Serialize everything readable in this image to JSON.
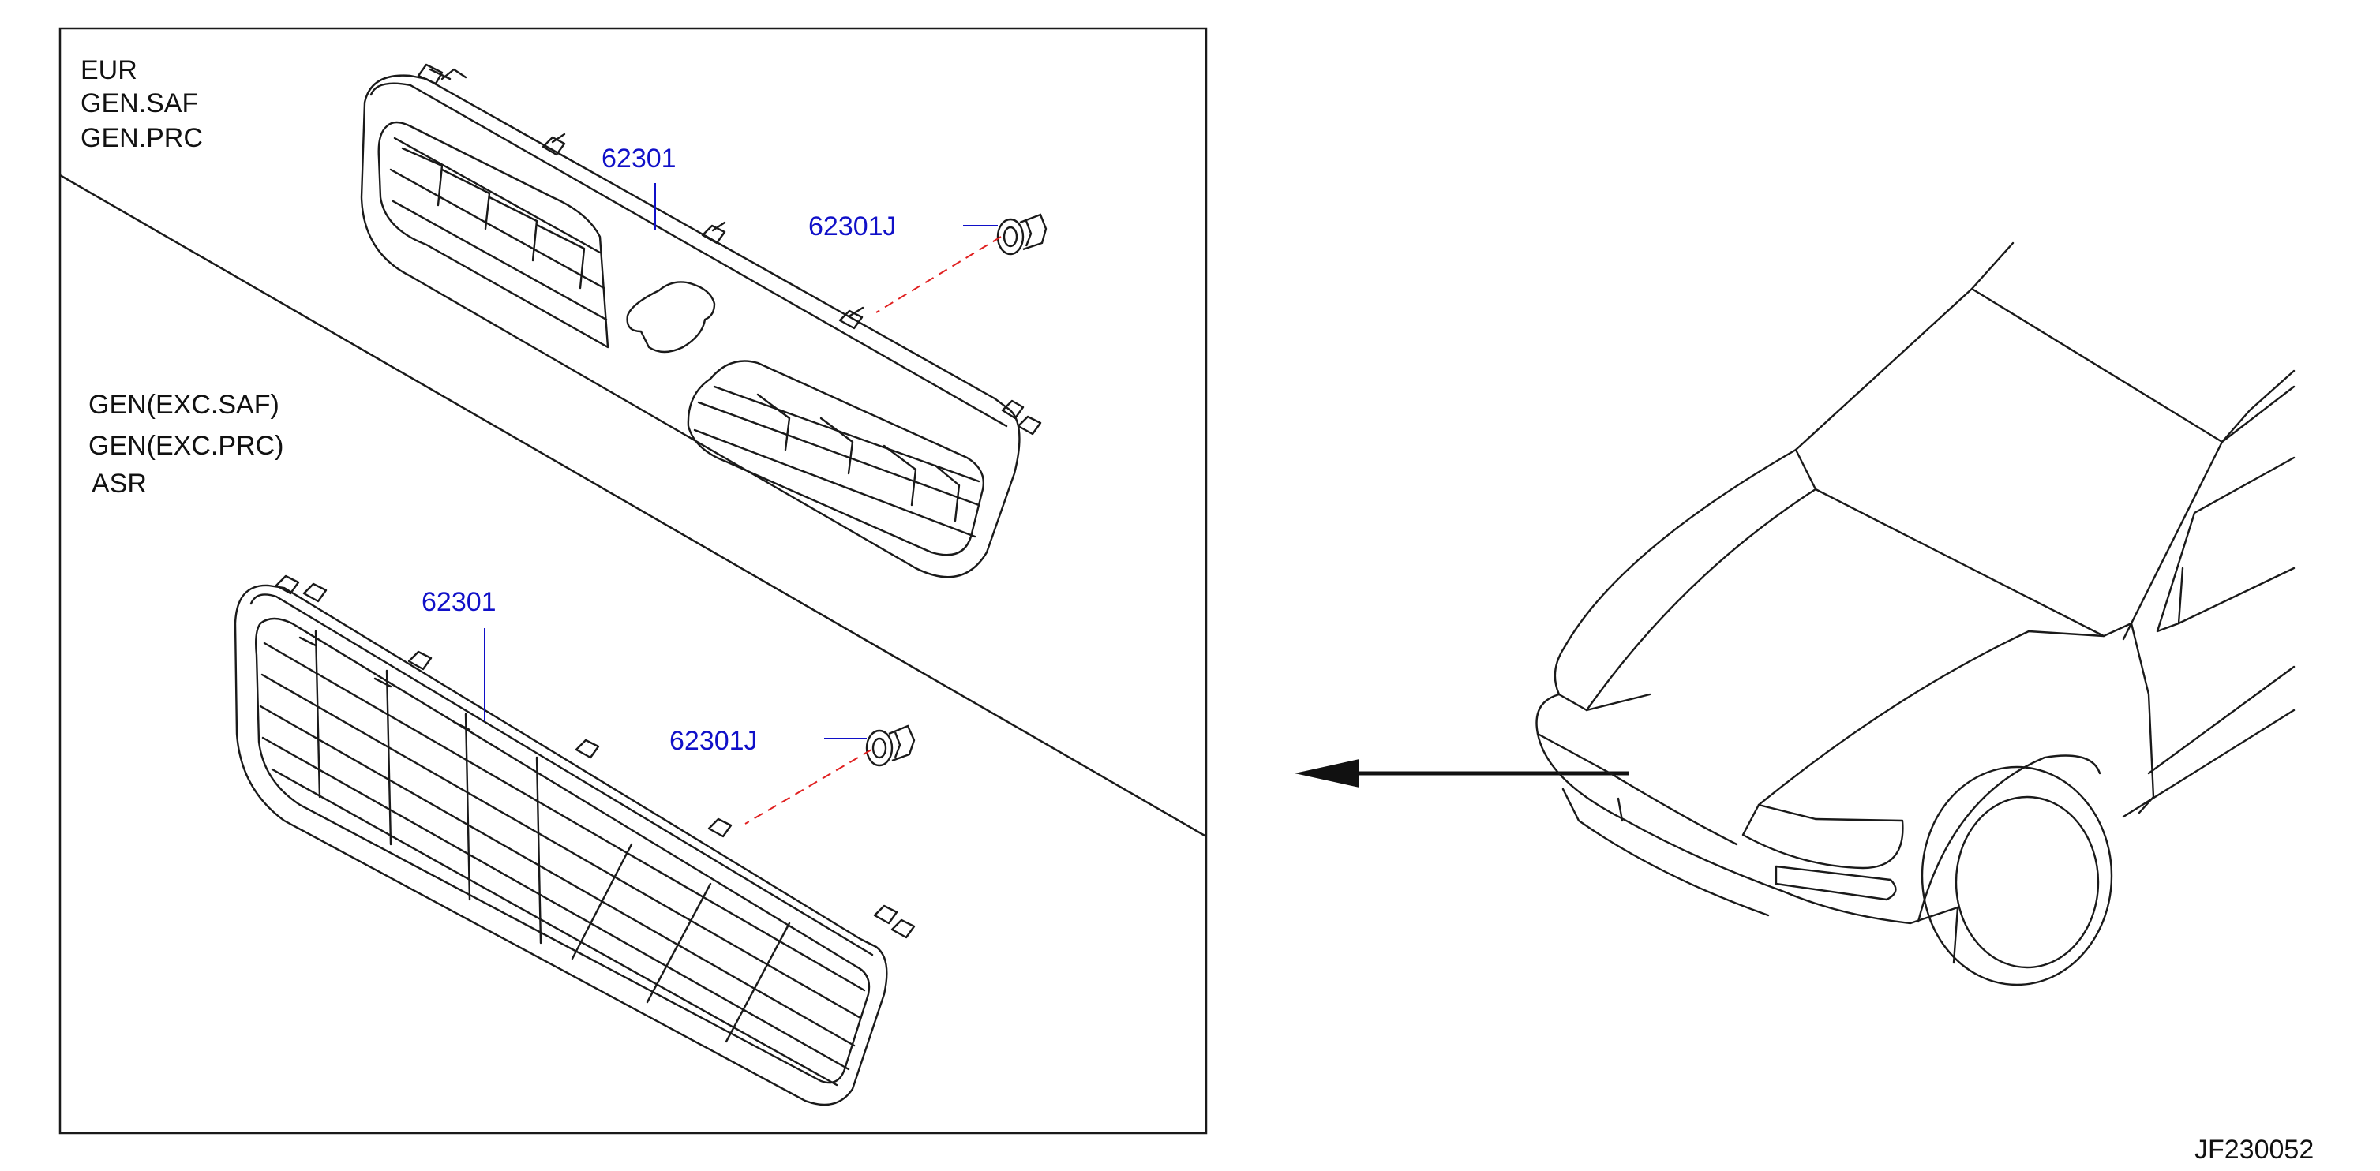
{
  "panel": {
    "variants_top": [
      "EUR",
      "GEN.SAF",
      "GEN.PRC"
    ],
    "variants_bottom": [
      "GEN(EXC.SAF)",
      "GEN(EXC.PRC)",
      "ASR"
    ]
  },
  "callouts": {
    "grille_top": "62301",
    "clip_top": "62301J",
    "grille_bottom": "62301",
    "clip_bottom": "62301J"
  },
  "diagram_code": "JF230052",
  "colors": {
    "line": "#1a1a1a",
    "callout_text": "#1010c8",
    "leader_dashed": "#e02020"
  }
}
